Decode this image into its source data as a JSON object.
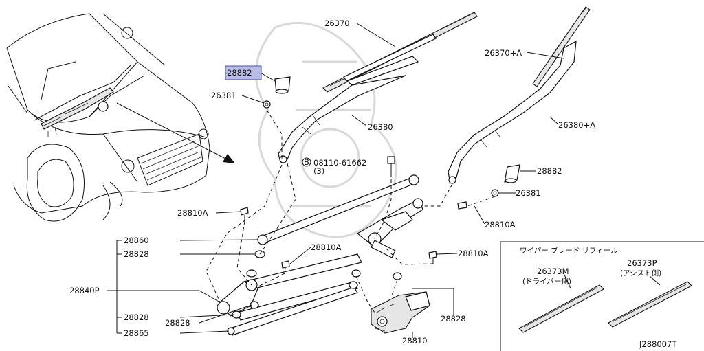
{
  "labels": {
    "l28882a": "28882",
    "l26370": "26370",
    "l26381a": "26381",
    "l26380": "26380",
    "l26370a": "26370+A",
    "l26380a": "26380+A",
    "l28882b": "28882",
    "l26381b": "26381",
    "l28810a_ru": "28810A",
    "bolt_marker": "B",
    "bolt_number": "08110-61662",
    "bolt_qty": "(3)",
    "l28810a_l": "28810A",
    "l28860": "28860",
    "l28828a": "28828",
    "l28810a_c": "28810A",
    "l28810a_rl": "28810A",
    "l28840p": "28840P",
    "l28828b": "28828",
    "l28828c": "28828",
    "l28865": "28865",
    "l28828d": "28828",
    "l28810": "28810"
  },
  "inset": {
    "title": "ワイパー ブレード リフィール",
    "driver_part": "26373M",
    "driver_desc": "(ドライバー側)",
    "assist_part": "26373P",
    "assist_desc": "(アシスト側)"
  },
  "footer": {
    "code": "J288007T"
  },
  "colors": {
    "highlight_fill": "#b9bde6",
    "highlight_border": "#4a4f9c",
    "line": "#111111"
  }
}
